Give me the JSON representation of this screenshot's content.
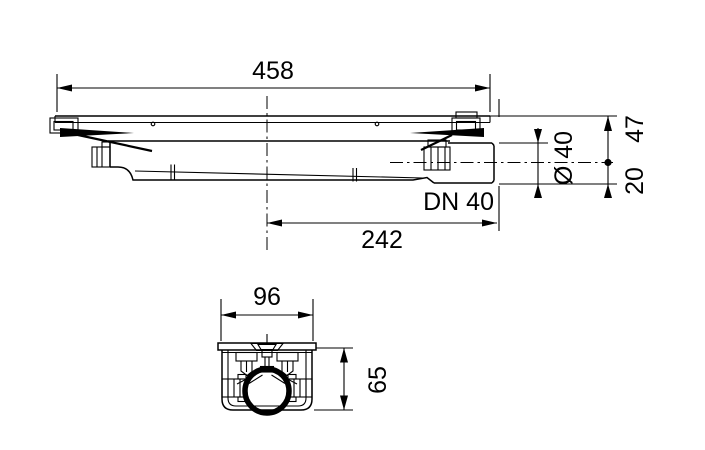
{
  "drawing": {
    "background": "#ffffff",
    "line_color": "#000000",
    "side_view": {
      "overall_length_label": "458",
      "outlet_distance_label": "242",
      "outlet_type_label": "DN 40",
      "pipe_diameter_label": "Ø 40",
      "top_to_center_label": "47",
      "center_to_bottom_label": "20"
    },
    "end_view": {
      "width_label": "96",
      "height_label": "65"
    }
  }
}
